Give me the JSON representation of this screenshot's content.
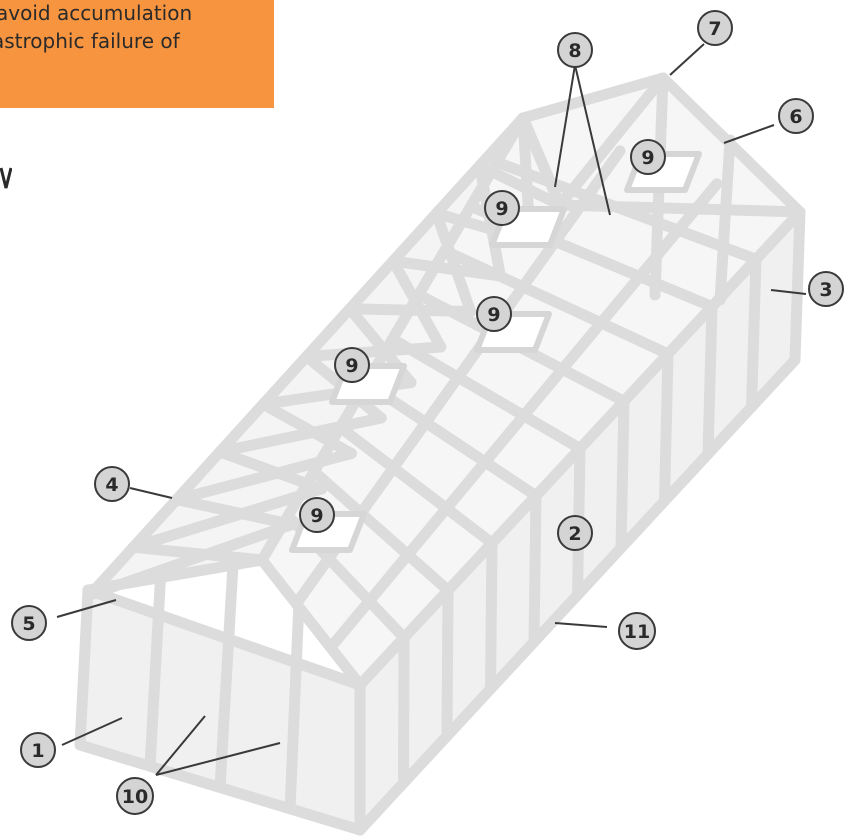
{
  "note": {
    "lines": [
      "avoid accumulation",
      "astrophic failure of"
    ],
    "background": "#f7943f"
  },
  "callouts": [
    "1",
    "2",
    "3",
    "4",
    "5",
    "6",
    "7",
    "8",
    "9",
    "9",
    "9",
    "9",
    "9",
    "10",
    "11"
  ],
  "colors": {
    "frame": "#dcdcdc",
    "frame_edge": "#cfcfcf",
    "glass": "#f0f0f0",
    "badge_fill": "#d4d4d4",
    "badge_stroke": "#3a3a3a",
    "leader": "#3a3a3a"
  }
}
